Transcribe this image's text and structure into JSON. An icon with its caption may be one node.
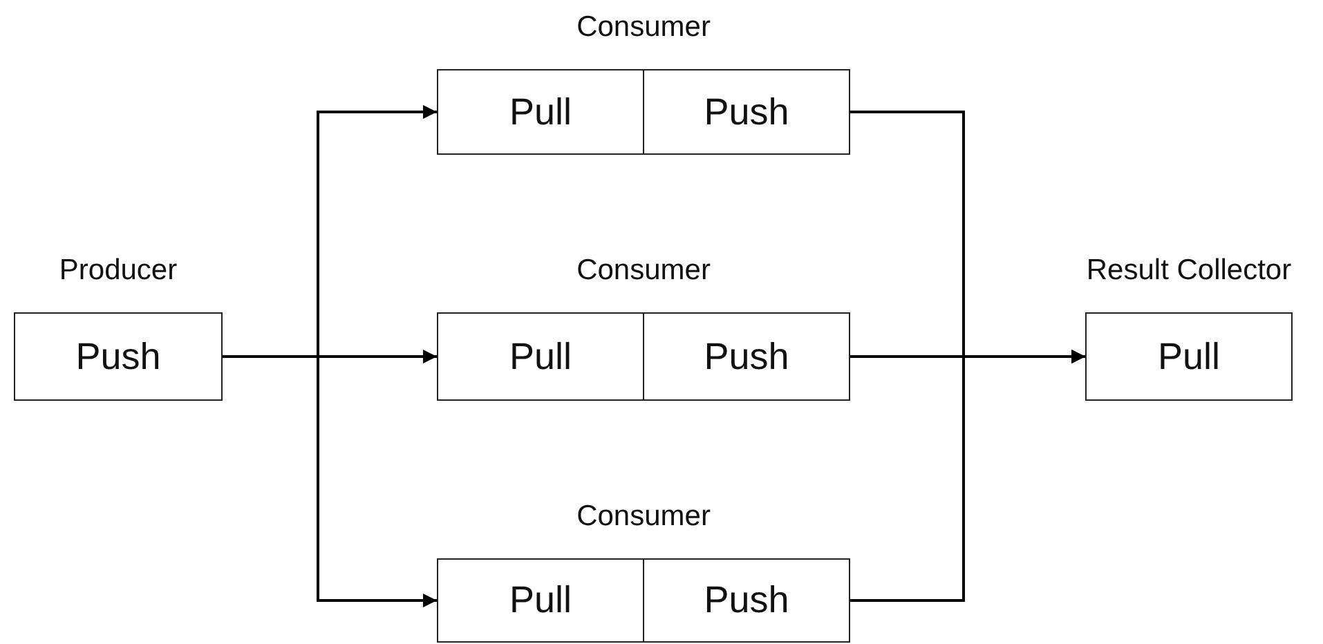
{
  "diagram": {
    "nodes": [
      {
        "text": [
          "Producer",
          "Push"
        ]
      },
      {
        "text": [
          "Consumer"
        ]
      },
      {
        "text": [
          "Pull"
        ],
        "in": 1
      },
      {
        "text": [
          "Push"
        ],
        "in": 1
      },
      {
        "text": [
          "Consumer"
        ]
      },
      {
        "text": [
          "Pull"
        ],
        "in": 4
      },
      {
        "text": [
          "Push"
        ],
        "in": 4
      },
      {
        "text": [
          "Consumer"
        ]
      },
      {
        "text": [
          "Pull"
        ],
        "in": 7
      },
      {
        "text": [
          "Push"
        ],
        "in": 7
      },
      {
        "text": [
          "Result Collector",
          "Pull"
        ]
      }
    ],
    "edges": [
      {
        "from": 0,
        "to": 2,
        "arrow": "to"
      },
      {
        "from": 0,
        "to": 5,
        "arrow": "to"
      },
      {
        "from": 0,
        "to": 8,
        "arrow": "to"
      },
      {
        "from": 3,
        "to": 10,
        "arrow": "to"
      },
      {
        "from": 6,
        "to": 10,
        "arrow": "to"
      },
      {
        "from": 9,
        "to": 10,
        "arrow": "to"
      }
    ]
  }
}
